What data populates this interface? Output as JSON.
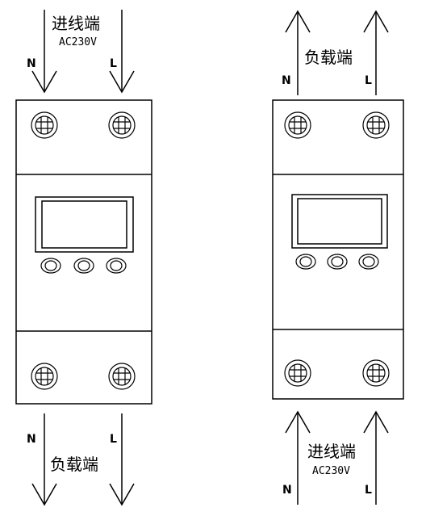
{
  "left_device": {
    "top_label": "进线端",
    "top_voltage": "AC230V",
    "top_n": "N",
    "top_l": "L",
    "bottom_label": "负载端",
    "bottom_n": "N",
    "bottom_l": "L"
  },
  "right_device": {
    "top_label": "负载端",
    "top_n": "N",
    "top_l": "L",
    "bottom_label": "进线端",
    "bottom_voltage": "AC230V",
    "bottom_n": "N",
    "bottom_l": "L"
  },
  "colors": {
    "line": "#000000",
    "background": "#ffffff"
  }
}
